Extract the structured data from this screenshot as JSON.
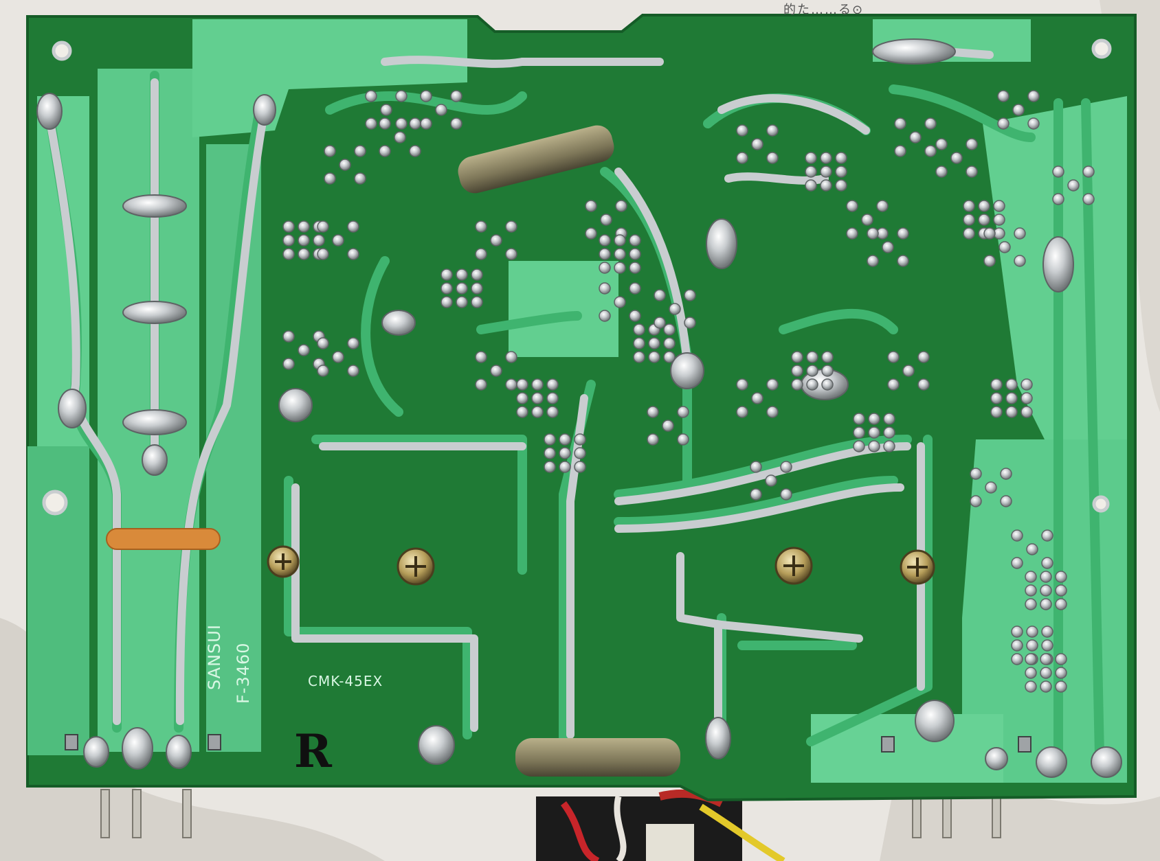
{
  "photo": {
    "subject": "printed-circuit-board-solder-side",
    "board_colors": {
      "substrate": "#1f7a35",
      "traces": "#3fb46f",
      "light_pad_area": "#62cf90",
      "solder": "#c9cdd0",
      "background_cloth": "#e9e6e1"
    }
  },
  "silkscreen": {
    "brand": "SANSUI",
    "model": "F-3460",
    "board_id": "CMK-45EX",
    "handwritten_mark": "R"
  },
  "corner_text_fragment": "的た……る⊙"
}
